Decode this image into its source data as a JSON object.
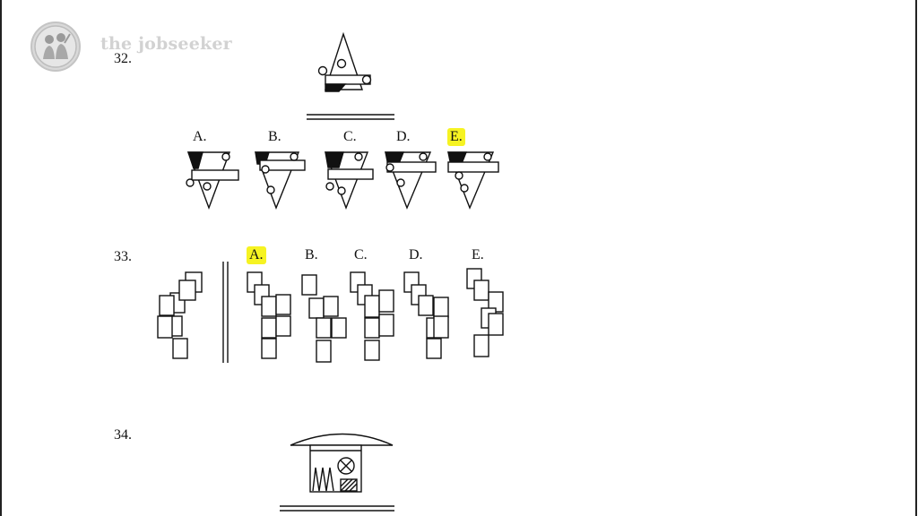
{
  "watermark": {
    "text": "the jobseeker",
    "logo_icon": "people-emblem-icon"
  },
  "questions": [
    {
      "number": "32.",
      "options": [
        "A.",
        "B.",
        "C.",
        "D.",
        "E."
      ],
      "highlighted_option": "E."
    },
    {
      "number": "33.",
      "options": [
        "A.",
        "B.",
        "C.",
        "D.",
        "E."
      ],
      "highlighted_option": "A."
    },
    {
      "number": "34."
    }
  ],
  "colors": {
    "highlight": "#f6f322",
    "ink": "#111111",
    "watermark": "#d2d2d2"
  }
}
